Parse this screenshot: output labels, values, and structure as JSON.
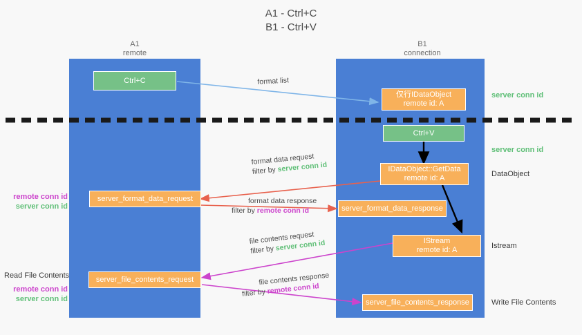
{
  "title": "A1 - Ctrl+C\nB1 - Ctrl+V",
  "colors": {
    "lane": "#4a7fd4",
    "green_box": "#76c187",
    "orange_box": "#f8b05a",
    "server_conn_id": "#5fbf77",
    "remote_conn_id": "#cc44cc",
    "blue_arrow": "#7fb5e8",
    "red_arrow": "#e8614d",
    "black_arrow": "#000000",
    "magenta_arrow": "#cc44cc",
    "background": "#f8f8f8"
  },
  "columns": [
    {
      "name": "A1",
      "sub": "remote"
    },
    {
      "name": "B1",
      "sub": "connection"
    }
  ],
  "boxes": {
    "ctrl_c": {
      "label": "Ctrl+C"
    },
    "idataobject_top": {
      "line1": "仅行IDataObject",
      "line2": "remote id: A"
    },
    "ctrl_v": {
      "label": "Ctrl+V"
    },
    "getdata": {
      "line1": "IDataObject::GetData",
      "line2": "remote id: A"
    },
    "server_format_data_request": {
      "label": "server_format_data_request"
    },
    "server_format_data_response": {
      "label": "server_format_data_response"
    },
    "istream": {
      "line1": "IStream",
      "line2": "remote id: A"
    },
    "server_file_contents_request": {
      "label": "server_file_contents_request"
    },
    "server_file_contents_response": {
      "label": "server_file_contents_response"
    }
  },
  "edges": {
    "format_list": {
      "label": "format list"
    },
    "format_data_request": {
      "line1": "format data request",
      "filter_prefix": "filter by ",
      "filter_value": "server conn id"
    },
    "format_data_response": {
      "line1": "format data response",
      "filter_prefix": "filter by ",
      "filter_value": "remote conn id"
    },
    "file_contents_request": {
      "line1": "file contents request",
      "filter_prefix": "filter by ",
      "filter_value": "server conn id"
    },
    "file_contents_response": {
      "line1": "file contents response",
      "filter_prefix": "filter by ",
      "filter_value": "remote conn id"
    }
  },
  "right_notes": {
    "server_conn_id_top": "server conn id",
    "server_conn_id_mid": "server conn id",
    "dataobject": "DataObject",
    "istream": "Istream",
    "write_file_contents": "Write File Contents"
  },
  "left_notes": {
    "conn_pair_1_remote": "remote conn id",
    "conn_pair_1_server": "server conn id",
    "read_file_contents": "Read File Contents",
    "conn_pair_2_remote": "remote conn id",
    "conn_pair_2_server": "server conn id"
  }
}
